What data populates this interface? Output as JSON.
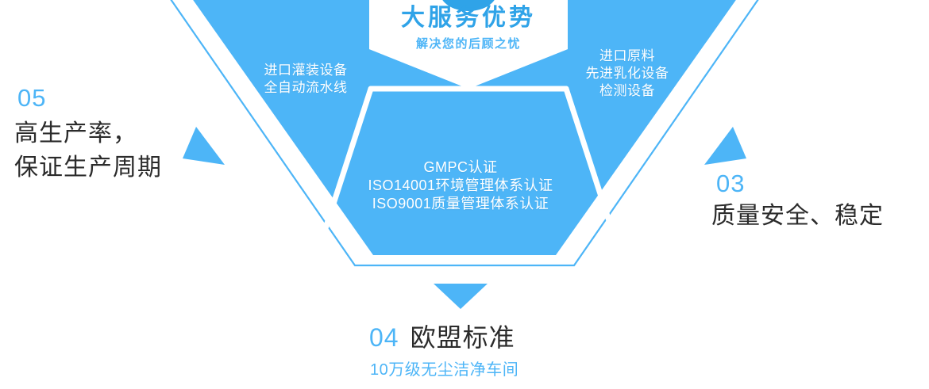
{
  "theme": {
    "blue": "#4db5f7",
    "blue_dark": "#2fa3e8",
    "white": "#ffffff",
    "ink": "#2b2b2b",
    "background": "#ffffff"
  },
  "center_hex": {
    "title": "大服务优势",
    "subtitle": "解决您的后顾之忧"
  },
  "funnel_panels": [
    {
      "id": "left",
      "lines": [
        "进口灌装设备",
        "全自动流水线"
      ],
      "text": "进口灌装设备\n全自动流水线"
    },
    {
      "id": "right",
      "lines": [
        "进口原料",
        "先进乳化设备",
        "检测设备"
      ],
      "text": "进口原料\n先进乳化设备\n检测设备"
    },
    {
      "id": "center",
      "lines": [
        "GMPC认证",
        "ISO14001环境管理体系认证",
        "ISO9001质量管理体系认证"
      ],
      "text": "GMPC认证\nISO14001环境管理体系认证\nISO9001质量管理体系认证"
    }
  ],
  "callouts": [
    {
      "id": "05",
      "number": "05",
      "heading": "高生产率，\n保证生产周期",
      "sub": ""
    },
    {
      "id": "03",
      "number": "03",
      "heading": "质量安全、稳定",
      "sub": ""
    },
    {
      "id": "04",
      "number": "04",
      "heading": "欧盟标准",
      "sub": "10万级无尘洁净车间"
    }
  ],
  "icons": {
    "left_arrow": "triangle-pointer-left-icon",
    "right_arrow": "triangle-pointer-right-icon",
    "down_arrow": "triangle-pointer-down-icon",
    "top_circle": "circle-badge-icon"
  }
}
